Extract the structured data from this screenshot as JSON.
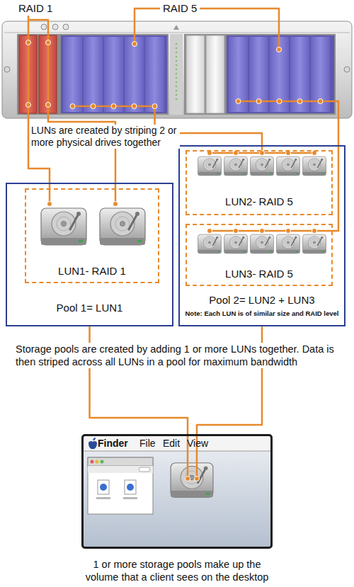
{
  "diagram": {
    "nodes": [
      {
        "text": [
          "Pool 1= LUN1"
        ]
      },
      {
        "text": [
          "LUN1- RAID 1"
        ],
        "in": 0
      },
      {
        "text": [
          "Pool 2= LUN2 + LUN3",
          "Note: Each LUN is of similar size and RAID level"
        ]
      },
      {
        "text": [
          "LUN2- RAID 5"
        ],
        "in": 2
      },
      {
        "text": [
          "LUN3- RAID 5"
        ],
        "in": 2
      },
      {
        "text": [
          "Finder",
          "File",
          "Edit",
          "View"
        ]
      }
    ],
    "edges": [
      {
        "from": 0,
        "to": 5,
        "arrow": "none"
      },
      {
        "from": 2,
        "to": 5,
        "arrow": "none"
      }
    ],
    "labels": [
      "RAID 1",
      "RAID 5",
      "LUNs are created by striping 2 or more physical drives together",
      "Storage pools are created by adding 1 or more LUNs together. Data is then striped across all LUNs in a pool for maximum bandwidth",
      "1 or more storage pools make up the volume that a client sees on the desktop"
    ]
  }
}
